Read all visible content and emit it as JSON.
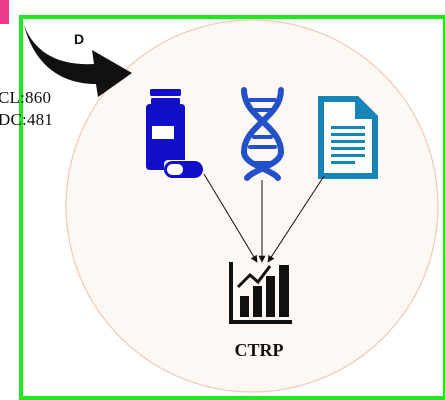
{
  "arrow_letter": "D",
  "side_labels": [
    "CL:860",
    "DC:481"
  ],
  "caption": "CTRP",
  "colors": {
    "frame": "#1ee81e",
    "circle_fill": "#fdf8f4",
    "circle_stroke": "#f0c9b4",
    "drug_blue": "#1010c8",
    "dna_blue": "#2250c8",
    "doc_blue": "#1785b8",
    "ink": "#111111",
    "corner_pink": "#ee3c8c"
  },
  "icons": {
    "drug": "pill-bottle-icon",
    "dna": "dna-icon",
    "document": "document-icon",
    "chart": "bar-chart-growth-icon",
    "curved_arrow": "curved-arrow-icon"
  }
}
